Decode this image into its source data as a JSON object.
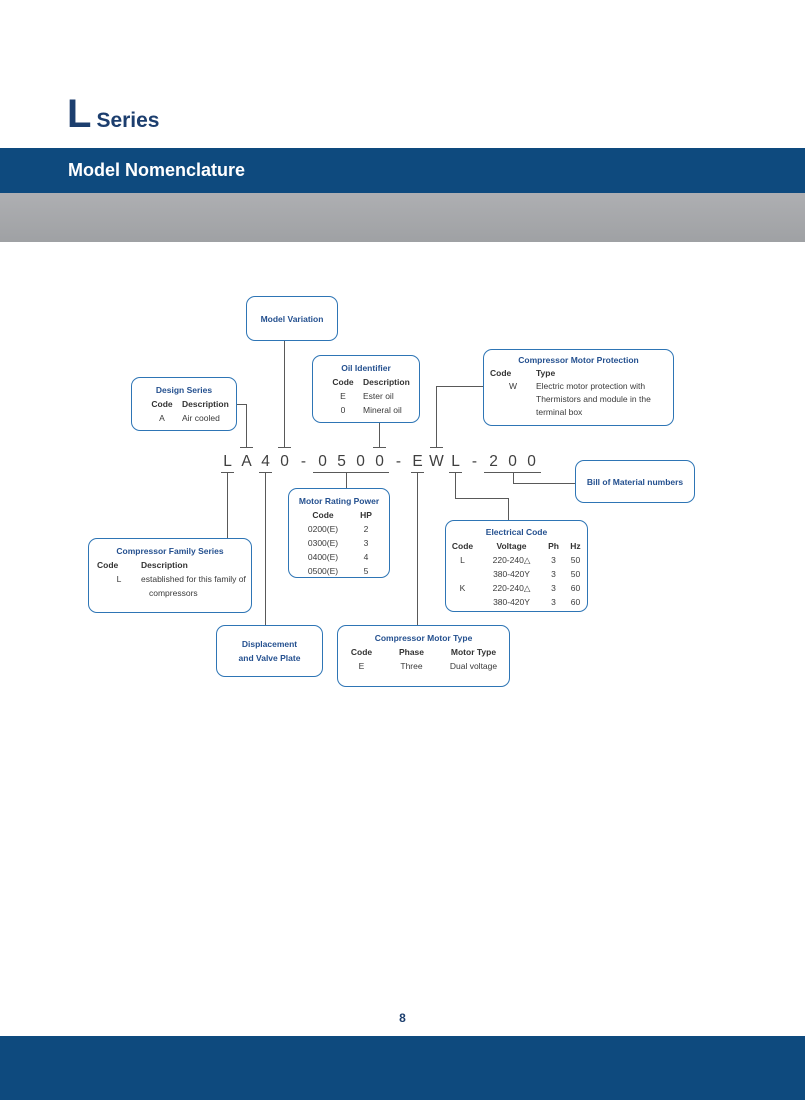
{
  "page": {
    "series_letter": "L",
    "series_word": "Series",
    "section_title": "Model Nomenclature",
    "page_number": "8"
  },
  "colors": {
    "band_blue": "#0e4a7e",
    "footer_blue": "#0e4a7e",
    "title_navy": "#1c3e6e",
    "box_border_blue": "#2e75b5",
    "box_title_blue": "#24508f",
    "body_text": "#3a3a3a",
    "line_gray": "#595959",
    "gray_band_top": "#aeafb2",
    "gray_band_bottom": "#9fa1a4"
  },
  "model_code": {
    "value": "LA40-0500-EWL-200",
    "chars": [
      "L",
      "A",
      "4",
      "0",
      "-",
      "0",
      "5",
      "0",
      "0",
      "-",
      "E",
      "W",
      "L",
      "-",
      "2",
      "0",
      "0"
    ]
  },
  "boxes": {
    "model_variation": {
      "title": "Model Variation"
    },
    "design_series": {
      "title": "Design Series",
      "headers": [
        "Code",
        "Description"
      ],
      "rows": [
        [
          "A",
          "Air cooled"
        ]
      ]
    },
    "oil_identifier": {
      "title": "Oil Identifier",
      "headers": [
        "Code",
        "Description"
      ],
      "rows": [
        [
          "E",
          "Ester oil"
        ],
        [
          "0",
          "Mineral oil"
        ]
      ]
    },
    "compressor_motor_protection": {
      "title": "Compressor Motor Protection",
      "headers": [
        "Code",
        "Type"
      ],
      "rows": [
        [
          "W",
          "Electric motor protection with Thermistors and module in the terminal box"
        ]
      ]
    },
    "bill_of_material": {
      "title": "Bill of Material numbers"
    },
    "motor_rating_power": {
      "title": "Motor Rating Power",
      "headers": [
        "Code",
        "HP"
      ],
      "rows": [
        [
          "0200(E)",
          "2"
        ],
        [
          "0300(E)",
          "3"
        ],
        [
          "0400(E)",
          "4"
        ],
        [
          "0500(E)",
          "5"
        ]
      ]
    },
    "electrical_code": {
      "title": "Electrical Code",
      "headers": [
        "Code",
        "Voltage",
        "Ph",
        "Hz"
      ],
      "rows": [
        [
          "L",
          "220-240△",
          "3",
          "50"
        ],
        [
          "",
          "380-420Y",
          "3",
          "50"
        ],
        [
          "K",
          "220-240△",
          "3",
          "60"
        ],
        [
          "",
          "380-420Y",
          "3",
          "60"
        ]
      ]
    },
    "compressor_family_series": {
      "title": "Compressor Family Series",
      "headers": [
        "Code",
        "Description"
      ],
      "rows": [
        [
          "L",
          "established for this family of compressors"
        ]
      ]
    },
    "displacement_valve_plate": {
      "title_line1": "Displacement",
      "title_line2": "and Valve Plate"
    },
    "compressor_motor_type": {
      "title": "Compressor Motor Type",
      "headers": [
        "Code",
        "Phase",
        "Motor Type"
      ],
      "rows": [
        [
          "E",
          "Three",
          "Dual voltage"
        ]
      ]
    }
  }
}
